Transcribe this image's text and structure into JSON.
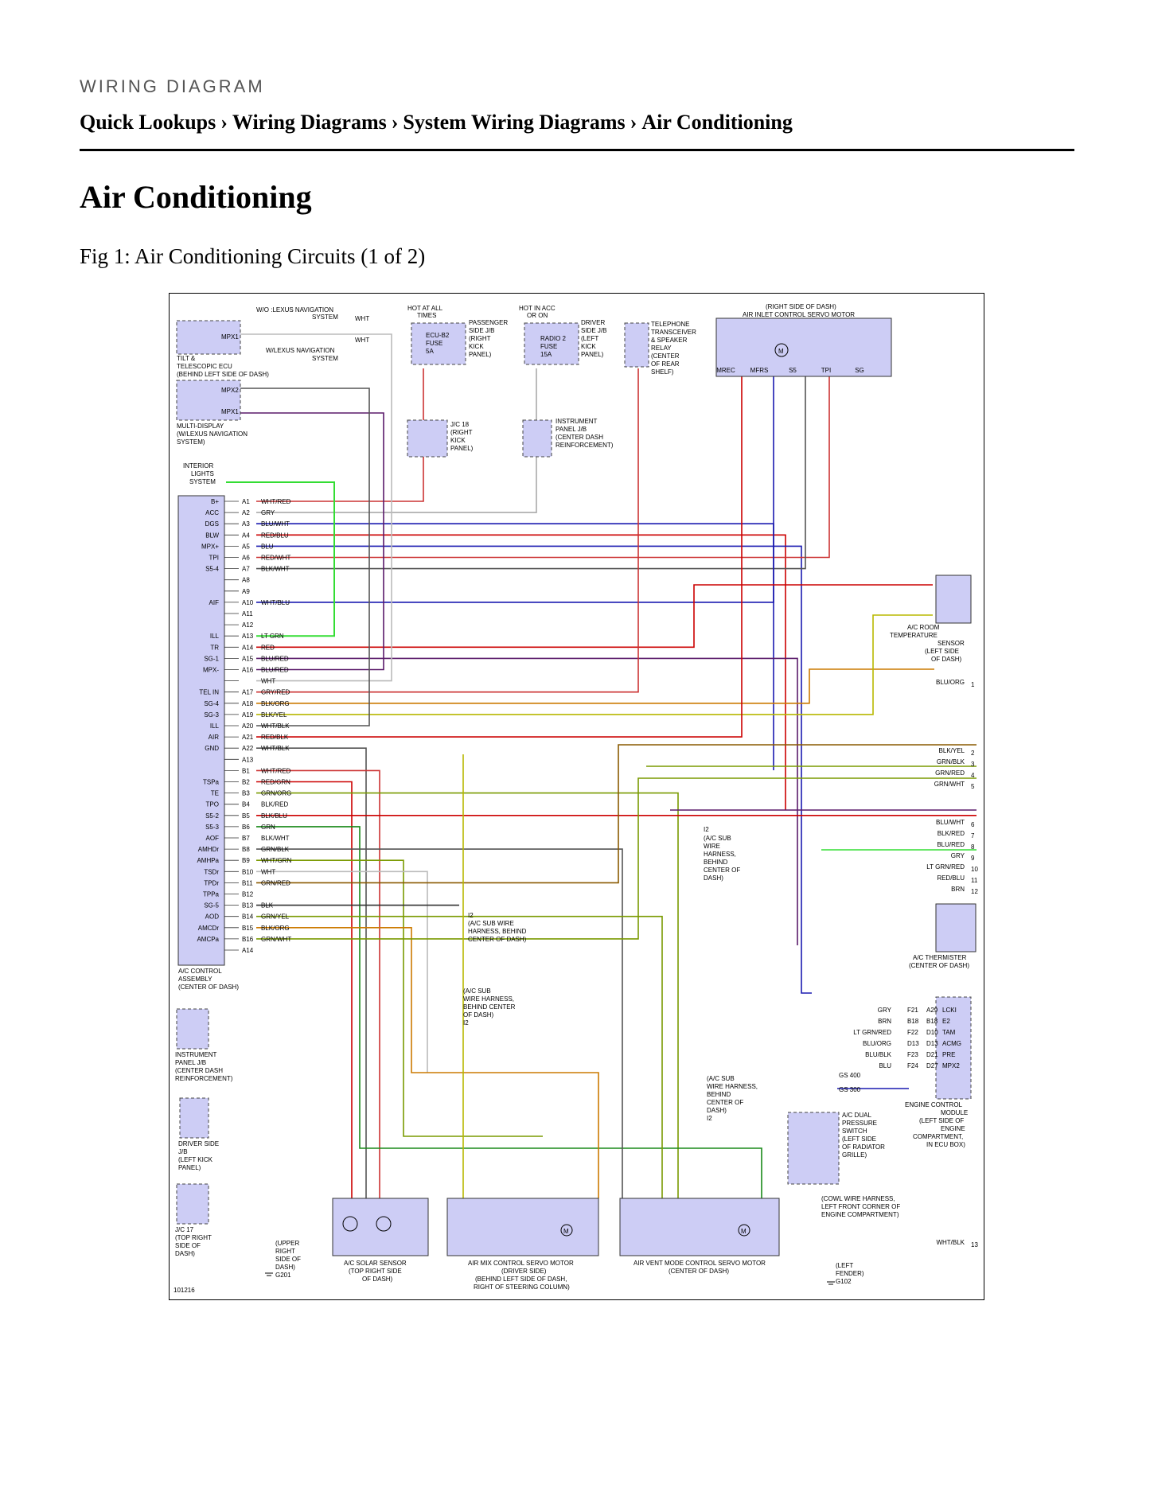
{
  "header": {
    "kicker": "WIRING DIAGRAM",
    "breadcrumb": [
      "Quick Lookups",
      "Wiring Diagrams",
      "System Wiring Diagrams",
      "Air Conditioning"
    ],
    "separator": "›"
  },
  "page_title": "Air Conditioning",
  "figure_caption": "Fig 1: Air Conditioning Circuits (1 of 2)",
  "diagram": {
    "figure_id": "101216",
    "acc_pins": [
      {
        "pin": "A1",
        "color": "WHT/RED",
        "sig": "B+"
      },
      {
        "pin": "A2",
        "color": "GRY",
        "sig": "ACC"
      },
      {
        "pin": "A3",
        "color": "BLU/WHT",
        "sig": "DGS"
      },
      {
        "pin": "A4",
        "color": "RED/BLU",
        "sig": "BLW"
      },
      {
        "pin": "A5",
        "color": "BLU",
        "sig": "MPX+"
      },
      {
        "pin": "A6",
        "color": "RED/WHT",
        "sig": "TPI"
      },
      {
        "pin": "A7",
        "color": "BLK/WHT",
        "sig": "S5-4"
      },
      {
        "pin": "A8",
        "color": "",
        "sig": ""
      },
      {
        "pin": "A9",
        "color": "",
        "sig": ""
      },
      {
        "pin": "A10",
        "color": "WHT/BLU",
        "sig": "AIF"
      },
      {
        "pin": "A11",
        "color": "",
        "sig": ""
      },
      {
        "pin": "A12",
        "color": "",
        "sig": ""
      },
      {
        "pin": "A13",
        "color": "LT GRN",
        "sig": "ILL"
      },
      {
        "pin": "A14",
        "color": "RED",
        "sig": "TR"
      },
      {
        "pin": "A15",
        "color": "BLU/RED",
        "sig": "SG-1"
      },
      {
        "pin": "A16",
        "color": "BLU/RED",
        "sig": "MPX-"
      },
      {
        "pin": "",
        "color": "WHT",
        "sig": ""
      },
      {
        "pin": "A17",
        "color": "GRY/RED",
        "sig": "TEL IN"
      },
      {
        "pin": "A18",
        "color": "BLK/ORG",
        "sig": "SG-4"
      },
      {
        "pin": "A19",
        "color": "BLK/YEL",
        "sig": "SG-3"
      },
      {
        "pin": "A20",
        "color": "WHT/BLK",
        "sig": "ILL"
      },
      {
        "pin": "A21",
        "color": "RED/BLK",
        "sig": "AIR"
      },
      {
        "pin": "A22",
        "color": "WHT/BLK",
        "sig": "GND"
      },
      {
        "pin": "A13",
        "color": "",
        "sig": ""
      },
      {
        "pin": "B1",
        "color": "WHT/RED",
        "sig": ""
      },
      {
        "pin": "B2",
        "color": "RED/GRN",
        "sig": "TSPa"
      },
      {
        "pin": "B3",
        "color": "GRN/ORG",
        "sig": "TE"
      },
      {
        "pin": "B4",
        "color": "BLK/RED",
        "sig": "TPO"
      },
      {
        "pin": "B5",
        "color": "BLK/BLU",
        "sig": "S5-2"
      },
      {
        "pin": "B6",
        "color": "GRN",
        "sig": "S5-3"
      },
      {
        "pin": "B7",
        "color": "BLK/WHT",
        "sig": "AOF"
      },
      {
        "pin": "B8",
        "color": "GRN/BLK",
        "sig": "AMHDr"
      },
      {
        "pin": "B9",
        "color": "WHT/GRN",
        "sig": "AMHPa"
      },
      {
        "pin": "B10",
        "color": "WHT",
        "sig": "TSDr"
      },
      {
        "pin": "B11",
        "color": "GRN/RED",
        "sig": "TPDr"
      },
      {
        "pin": "B12",
        "color": "",
        "sig": "TPPa"
      },
      {
        "pin": "B13",
        "color": "BLK",
        "sig": "SG-5"
      },
      {
        "pin": "B14",
        "color": "GRN/YEL",
        "sig": "AOD"
      },
      {
        "pin": "B15",
        "color": "BLK/ORG",
        "sig": "AMCDr"
      },
      {
        "pin": "B16",
        "color": "GRN/WHT",
        "sig": "AMCPa"
      },
      {
        "pin": "A14",
        "color": "",
        "sig": ""
      }
    ],
    "labels": {
      "wo_nav": "W/O :LEXUS NAVIGATION",
      "system": "SYSTEM",
      "w_nav": "W/LEXUS NAVIGATION",
      "wht": "WHT",
      "mpx1": "MPX1",
      "mpx2": "MPX2",
      "tilt": "TILT &",
      "tilt2": "TELESCOPIC ECU",
      "tilt3": "(BEHIND LEFT SIDE OF DASH)",
      "multi1": "MULTI-DISPLAY",
      "multi2": "(W/LEXUS NAVIGATION",
      "multi3": "SYSTEM)",
      "int1": "INTERIOR",
      "int2": "LIGHTS",
      "int3": "SYSTEM",
      "hot_all": "HOT AT ALL",
      "times": "TIMES",
      "hot_acc": "HOT IN ACC",
      "or_on": "OR ON",
      "ecu_fuse": "ECU-B2",
      "fuse": "FUSE",
      "fuse5a": "5A",
      "radio": "RADIO 2",
      "fuse15a": "15A",
      "pass_jb": "PASSENGER",
      "pass_jb2": "SIDE J/B",
      "pass_jb3": "(RIGHT",
      "pass_jb4": "KICK",
      "pass_jb5": "PANEL)",
      "drv_jb": "DRIVER",
      "drv_jb2": "SIDE J/B",
      "drv_jb3": "(LEFT",
      "drv_jb4": "KICK",
      "drv_jb5": "PANEL)",
      "tel1": "TELEPHONE",
      "tel2": "TRANSCEIVER",
      "tel3": "& SPEAKER",
      "tel4": "RELAY",
      "tel5": "(CENTER",
      "tel6": "OF REAR",
      "tel7": "SHELF)",
      "aic1": "(RIGHT SIDE OF DASH)",
      "aic2": "AIR INLET CONTROL SERVO MOTOR",
      "jc18": "J/C 18",
      "jc18b": "(RIGHT",
      "jc18c": "KICK",
      "jc18d": "PANEL)",
      "ipjb1": "INSTRUMENT",
      "ipjb2": "PANEL J/B",
      "ipjb3": "(CENTER DASH",
      "ipjb4": "REINFORCEMENT)",
      "room1": "A/C ROOM",
      "room2": "TEMPERATURE",
      "room3": "SENSOR",
      "room4": "(LEFT SIDE",
      "room5": "OF DASH)",
      "therm1": "A/C THERMISTER",
      "therm2": "(CENTER OF DASH)",
      "i2a": "(A/C SUB",
      "i2b": "WIRE",
      "i2c": "HARNESS,",
      "i2d": "BEHIND",
      "i2e": "CENTER OF",
      "i2f": "DASH)",
      "i2g": "I2",
      "i2h": "(A/C SUB WIRE",
      "i2i": "HARNESS, BEHIND",
      "i2j": "CENTER OF DASH)",
      "i2k": "WIRE HARNESS,",
      "i2l": "BEHIND CENTER",
      "i2m": "OF DASH)",
      "acc1": "A/C CONTROL",
      "acc2": "ASSEMBLY",
      "acc3": "(CENTER OF DASH)",
      "ecm1": "ENGINE CONTROL",
      "ecm2": "MODULE",
      "ecm3": "(LEFT SIDE OF",
      "ecm4": "ENGINE",
      "ecm5": "COMPARTMENT,",
      "ecm6": "IN ECU BOX)",
      "dual1": "A/C DUAL",
      "dual2": "PRESSURE",
      "dual3": "SWITCH",
      "dual4": "(LEFT SIDE",
      "dual5": "OF RADIATOR",
      "dual6": "GRILLE)",
      "cowl1": "(COWL WIRE HARNESS,",
      "cowl2": "LEFT FRONT CORNER OF",
      "cowl3": "ENGINE COMPARTMENT)",
      "gs400": "GS 400",
      "gs300": "GS 300",
      "solar1": "A/C SOLAR SENSOR",
      "solar2": "(TOP RIGHT SIDE",
      "solar3": "OF DASH)",
      "mix1": "AIR MIX CONTROL SERVO MOTOR",
      "mix2": "(DRIVER SIDE)",
      "mix3": "(BEHIND LEFT SIDE OF DASH,",
      "mix4": "RIGHT OF STEERING COLUMN)",
      "vent1": "AIR VENT MODE CONTROL SERVO MOTOR",
      "vent2": "(CENTER OF DASH)",
      "jc17a": "J/C 17",
      "jc17b": "(TOP RIGHT",
      "jc17c": "SIDE OF",
      "jc17d": "DASH)",
      "upper1": "(UPPER",
      "upper2": "RIGHT",
      "upper3": "SIDE OF",
      "upper4": "DASH)",
      "g201": "G201",
      "left1": "(LEFT",
      "left2": "FENDER)",
      "g102": "G102",
      "drvjb_1": "DRIVER SIDE",
      "drvjb_2": "J/B",
      "drvjb_3": "(LEFT KICK",
      "drvjb_4": "PANEL)",
      "ipjb_1": "INSTRUMENT",
      "ipjb_2": "PANEL J/B",
      "ipjb_3": "(CENTER DASH",
      "ipjb_4": "REINFORCEMENT)"
    },
    "ecm_pins": [
      {
        "color": "GRY",
        "pin": "F21",
        "pin2": "A29",
        "sig": "LCKI"
      },
      {
        "color": "BRN",
        "pin": "B18",
        "pin2": "B18",
        "sig": "E2"
      },
      {
        "color": "LT GRN/RED",
        "pin": "F22",
        "pin2": "D10",
        "sig": "TAM"
      },
      {
        "color": "BLU/ORG",
        "pin": "D13",
        "pin2": "D13",
        "sig": "ACMG"
      },
      {
        "color": "BLU/BLK",
        "pin": "F23",
        "pin2": "D21",
        "sig": "PRE"
      },
      {
        "color": "BLU",
        "pin": "F24",
        "pin2": "D27",
        "sig": "MPX2"
      }
    ],
    "right_refs": [
      {
        "color": "BLU/ORG",
        "n": "1"
      },
      {
        "color": "BLK/YEL",
        "n": "2"
      },
      {
        "color": "GRN/BLK",
        "n": "3"
      },
      {
        "color": "GRN/RED",
        "n": "4"
      },
      {
        "color": "GRN/WHT",
        "n": "5"
      },
      {
        "color": "BLU/WHT",
        "n": "6"
      },
      {
        "color": "BLK/RED",
        "n": "7"
      },
      {
        "color": "BLU/RED",
        "n": "8"
      },
      {
        "color": "GRY",
        "n": "9"
      },
      {
        "color": "LT GRN/RED",
        "n": "10"
      },
      {
        "color": "RED/BLU",
        "n": "11"
      },
      {
        "color": "BRN",
        "n": "12"
      },
      {
        "color": "WHT/BLK",
        "n": "13"
      }
    ],
    "aic_pins": [
      "MREC",
      "MFRS",
      "S5",
      "TPI",
      "SG"
    ],
    "ecm_sig_colors": {
      "wht_red": "#cc3333",
      "gry": "#aaaaaa",
      "blu": "#1a1ab0",
      "red": "#cc0000",
      "grn": "#1a8a1a",
      "ltgrn": "#33dd33",
      "yel": "#b8b800",
      "org": "#cc7a00",
      "brn": "#8a5a00",
      "purple": "#5a1a6a",
      "blk_wht": "#555555",
      "olive": "#7a9a00"
    }
  }
}
